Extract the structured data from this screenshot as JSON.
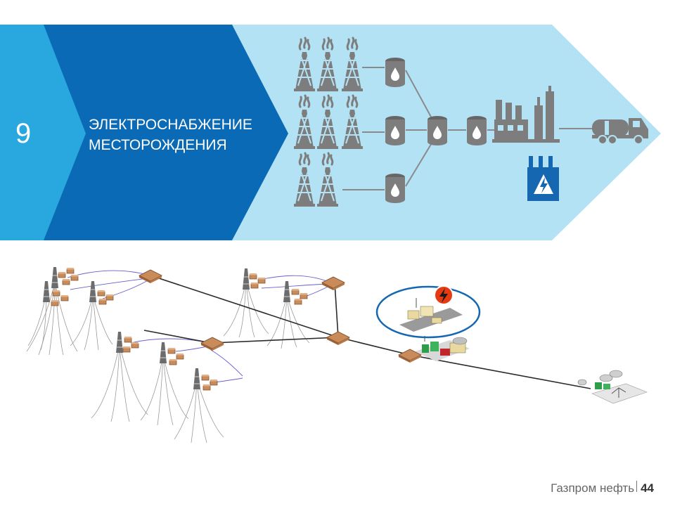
{
  "stage": {
    "number": "9",
    "title_line1": "ЭЛЕКТРОСНАБЖЕНИЕ",
    "title_line2": "МЕСТОРОЖДЕНИЯ"
  },
  "footer": {
    "brand": "Газпром нефть",
    "page": "44"
  },
  "colors": {
    "band_light": "#29a8e0",
    "band_dark": "#0a6ab5",
    "arrow_pale": "#b3e2f5",
    "icon_grey": "#7d7d7d",
    "power_badge": "#1567b2",
    "highlight_ring": "#1567b2",
    "power_icon": "#e63a12",
    "cable": "#2a2a2a",
    "feed_line": "#6a5fcf"
  },
  "icons": [
    "oil-rig-icon",
    "oil-barrel-icon",
    "refinery-icon",
    "tanker-truck-icon",
    "power-plant-icon",
    "lightning-icon"
  ]
}
